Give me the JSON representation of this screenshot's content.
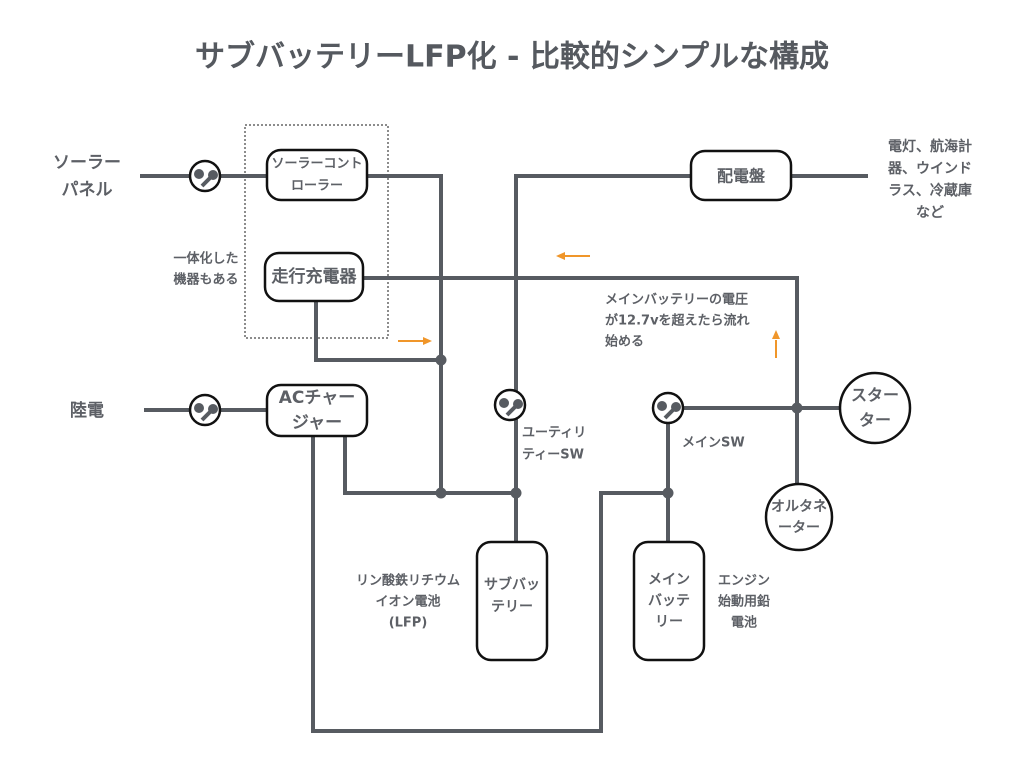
{
  "title": "サブバッテリーLFP化 - 比較的シンプルな構成",
  "colors": {
    "wire": "#575b61",
    "text": "#5d6066",
    "box_border": "#111111",
    "flow_arrow": "#f0962a"
  },
  "sources": {
    "solar_panel": [
      "ソーラー",
      "パネル"
    ],
    "shore_power": "陸電"
  },
  "components": {
    "solar_controller": [
      "ソーラーコント",
      "ローラー"
    ],
    "running_charger": "走行充電器",
    "ac_charger": [
      "ACチャー",
      "ジャー"
    ],
    "distribution_panel": "配電盤",
    "sub_battery": [
      "サブバッ",
      "テリー"
    ],
    "main_battery": [
      "メイン",
      "バッテ",
      "リー"
    ],
    "starter": [
      "スター",
      "ター"
    ],
    "alternator": [
      "オルタネ",
      "ーター"
    ]
  },
  "switches": {
    "solar_switch": "solar-switch",
    "shore_switch": "shore-switch",
    "utility_switch": [
      "ユーティリ",
      "ティーSW"
    ],
    "main_switch": "メインSW"
  },
  "annotations": {
    "integrated_devices": [
      "一体化した",
      "機器もある"
    ],
    "loads": [
      "電灯、航海計",
      "器、ウインド",
      "ラス、冷蔵庫",
      "など"
    ],
    "charger_condition": [
      "メインバッテリーの電圧",
      "が12.7vを超えたら流れ",
      "始める"
    ],
    "sub_battery_type": [
      "リン酸鉄リチウム",
      "イオン電池",
      "(LFP)"
    ],
    "main_battery_type": [
      "エンジン",
      "始動用鉛",
      "電池"
    ]
  },
  "flow_arrows": [
    {
      "direction": "right",
      "label": "to-sub-battery-bus"
    },
    {
      "direction": "left",
      "label": "from-alternator-line"
    },
    {
      "direction": "up",
      "label": "from-alternator"
    }
  ]
}
